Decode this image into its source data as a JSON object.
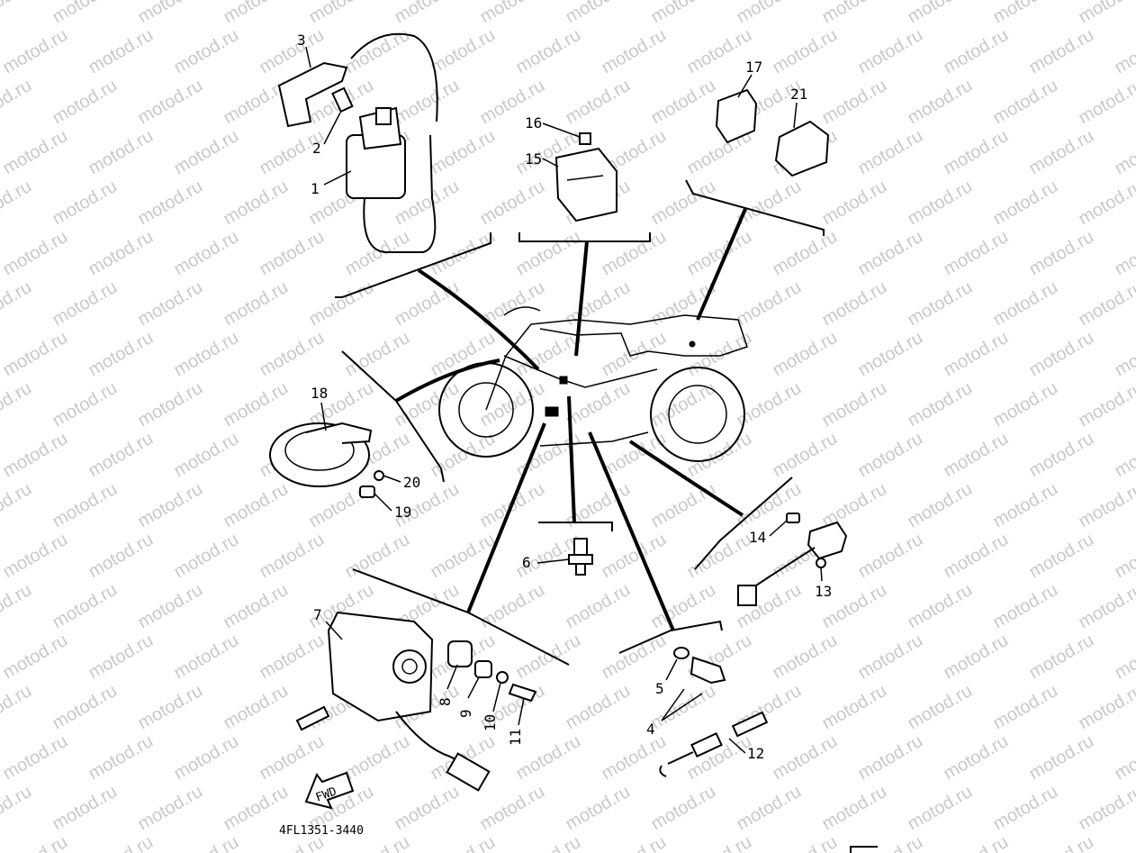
{
  "watermark": {
    "text": "motod.ru",
    "color": "#c9c9c9"
  },
  "drawing_code": "4FL1351-3440",
  "fwd_label": "FWD",
  "callouts": {
    "c1": "1",
    "c2": "2",
    "c3": "3",
    "c4": "4",
    "c5": "5",
    "c6": "6",
    "c7": "7",
    "c8": "8",
    "c9": "9",
    "c10": "10",
    "c11": "11",
    "c12": "12",
    "c13": "13",
    "c14": "14",
    "c15": "15",
    "c16": "16",
    "c17": "17",
    "c18": "18",
    "c19": "19",
    "c20": "20",
    "c21": "21"
  }
}
